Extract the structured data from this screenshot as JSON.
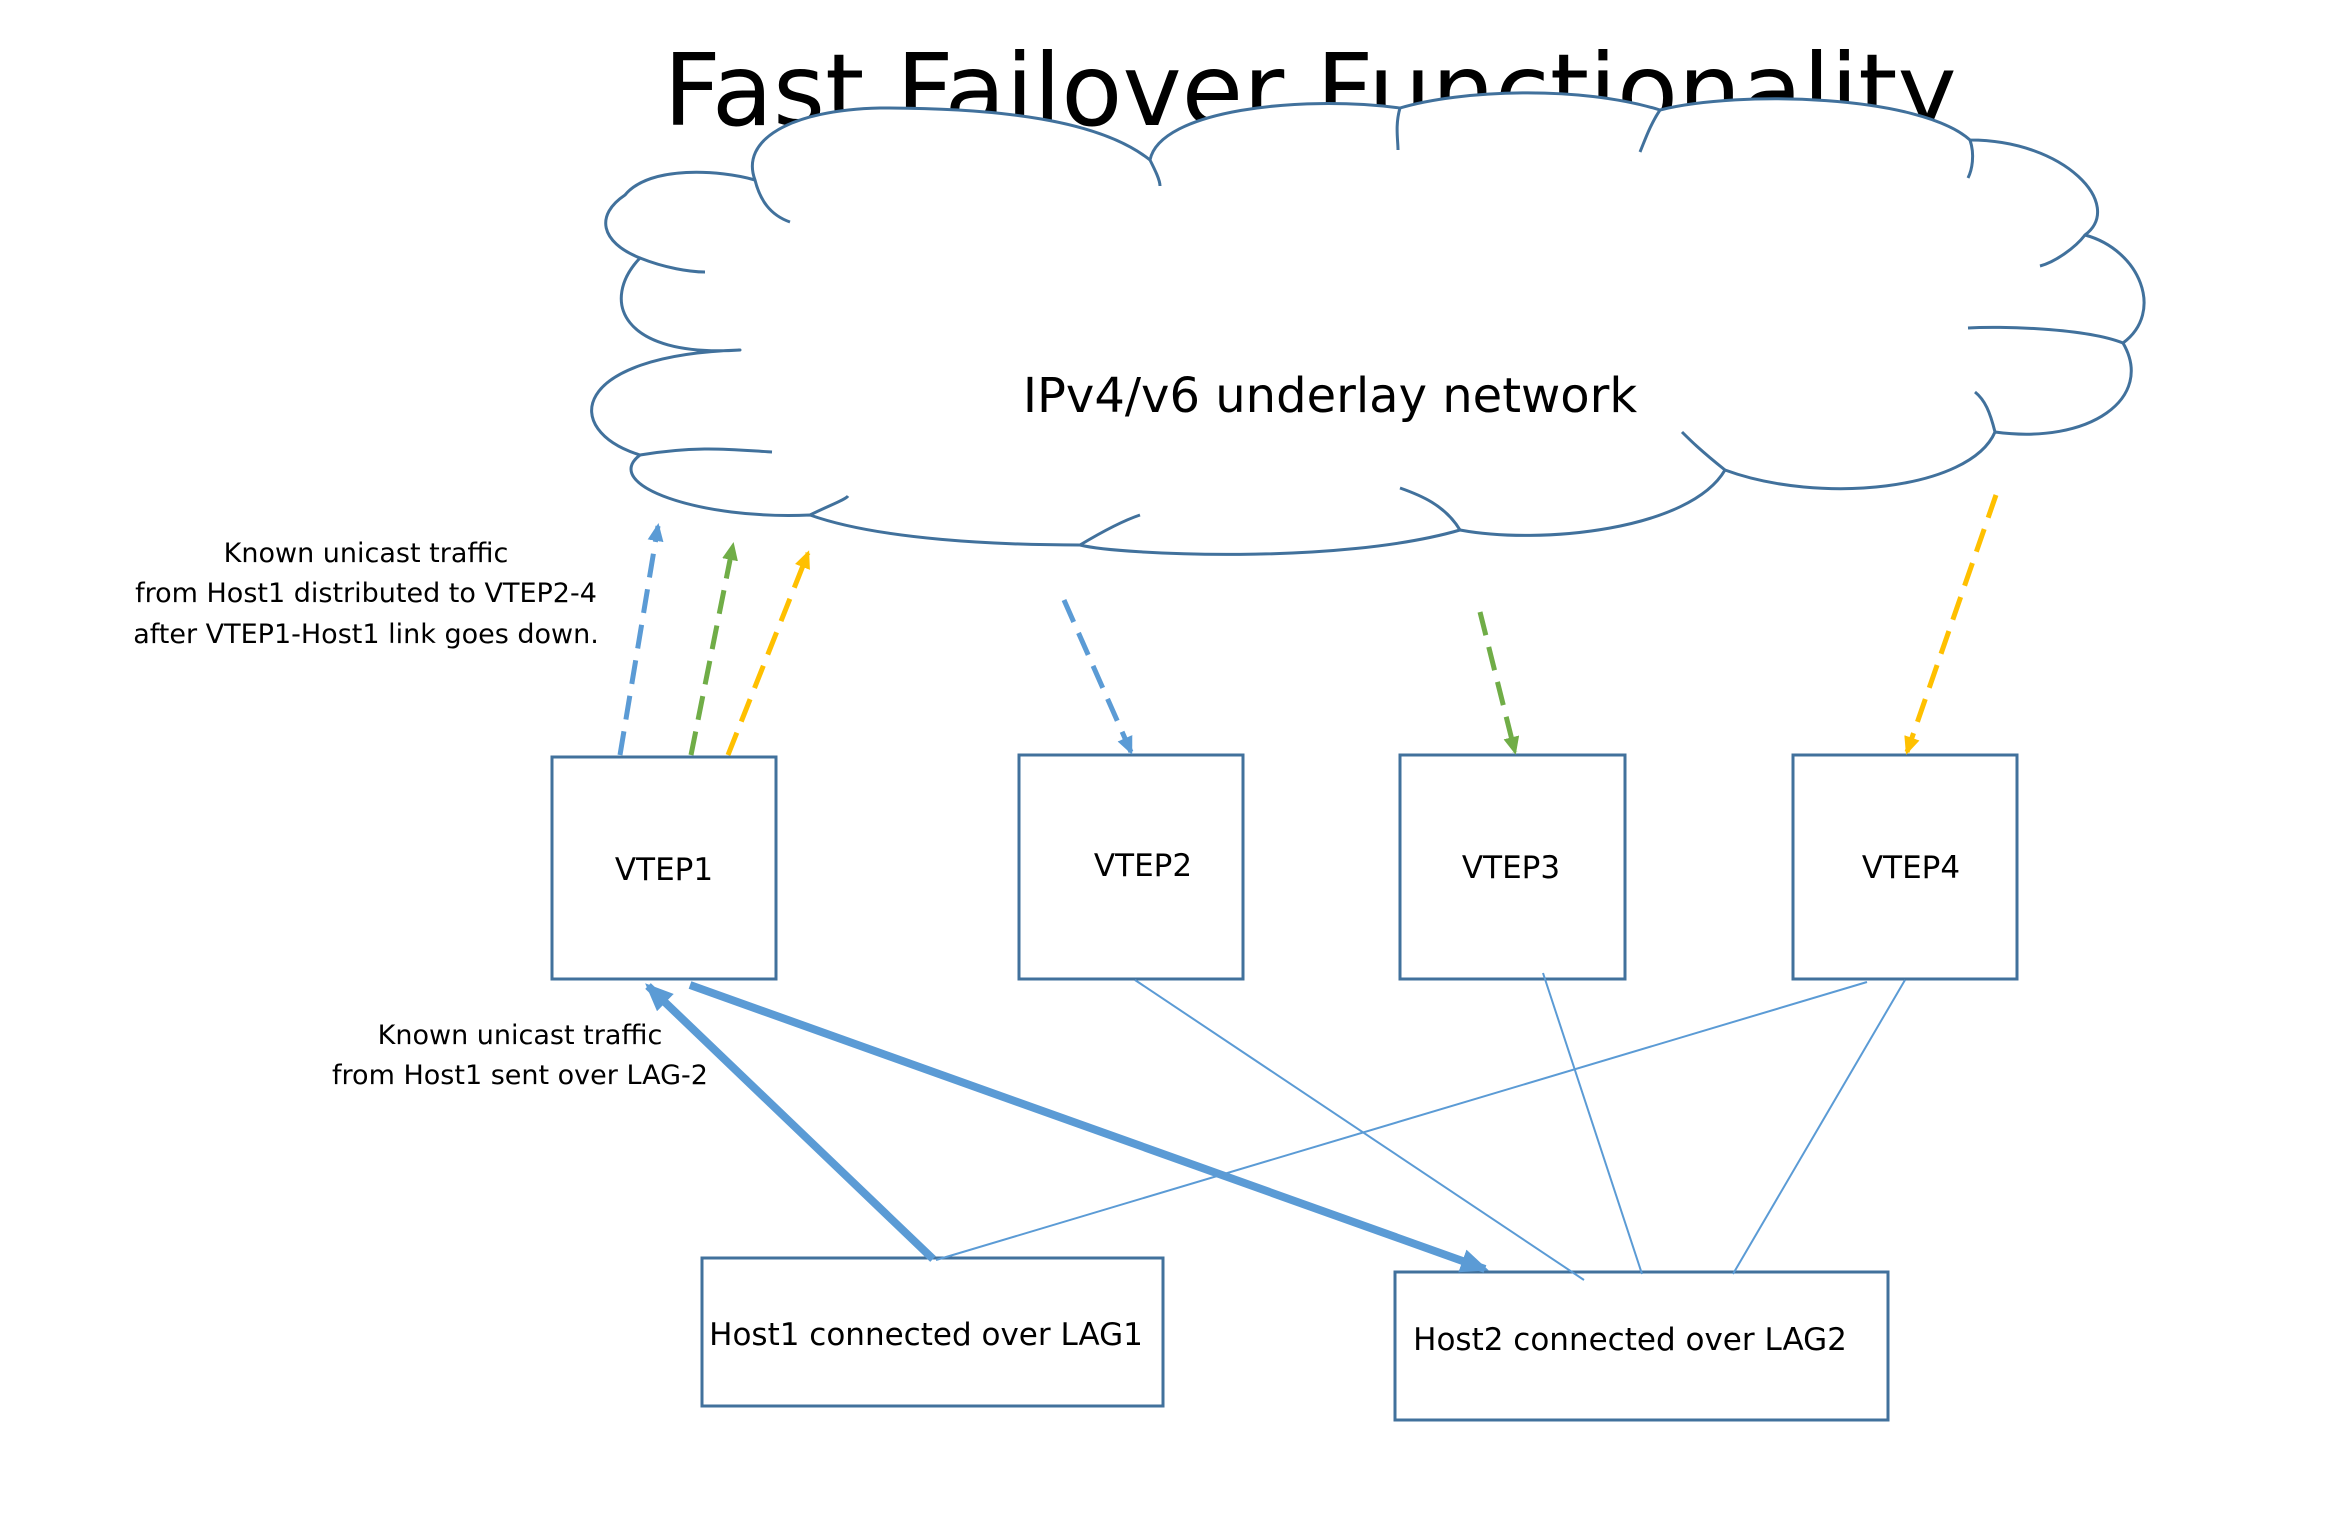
{
  "title": "Fast Failover Functionality",
  "cloud_label": "IPv4/v6 underlay network",
  "vteps": [
    {
      "label": "VTEP1"
    },
    {
      "label": "VTEP2"
    },
    {
      "label": "VTEP3"
    },
    {
      "label": "VTEP4"
    }
  ],
  "hosts": [
    {
      "label": "Host1 connected over LAG1"
    },
    {
      "label": "Host2 connected over LAG2"
    }
  ],
  "annotations": {
    "failover_note": [
      "Known unicast traffic",
      "from Host1 distributed to VTEP2-4",
      "after VTEP1-Host1 link goes down."
    ],
    "lag_note": [
      "Known unicast traffic",
      "from Host1 sent over LAG-2"
    ]
  },
  "colors": {
    "outline": "#41719C",
    "blue": "#5B9BD5",
    "green": "#70AD47",
    "yellow": "#FFC000"
  }
}
